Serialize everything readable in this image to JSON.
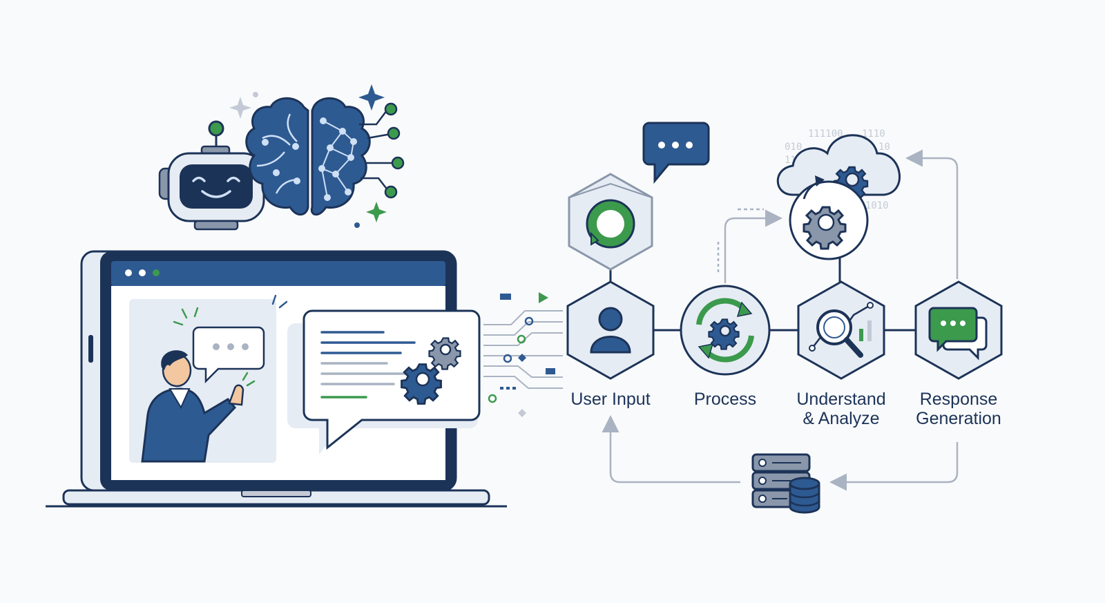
{
  "steps": [
    {
      "label": "User Input",
      "icon": "user-icon"
    },
    {
      "label": "Process",
      "icon": "process-gear-icon"
    },
    {
      "label": "Understand",
      "label2": "& Analyze",
      "icon": "analyze-icon"
    },
    {
      "label": "Response",
      "label2": "Generation",
      "icon": "response-chat-icon"
    }
  ],
  "binary": {
    "r1": "111100",
    "r1b": "1110",
    "r2": "010",
    "r2b": "10",
    "r3": "11",
    "r4": "10",
    "r4b": "001010"
  },
  "colors": {
    "navy": "#1c3358",
    "blue": "#2e5a92",
    "green": "#3c9a4d",
    "light": "#e6ecf4",
    "gray": "#8a97aa"
  }
}
